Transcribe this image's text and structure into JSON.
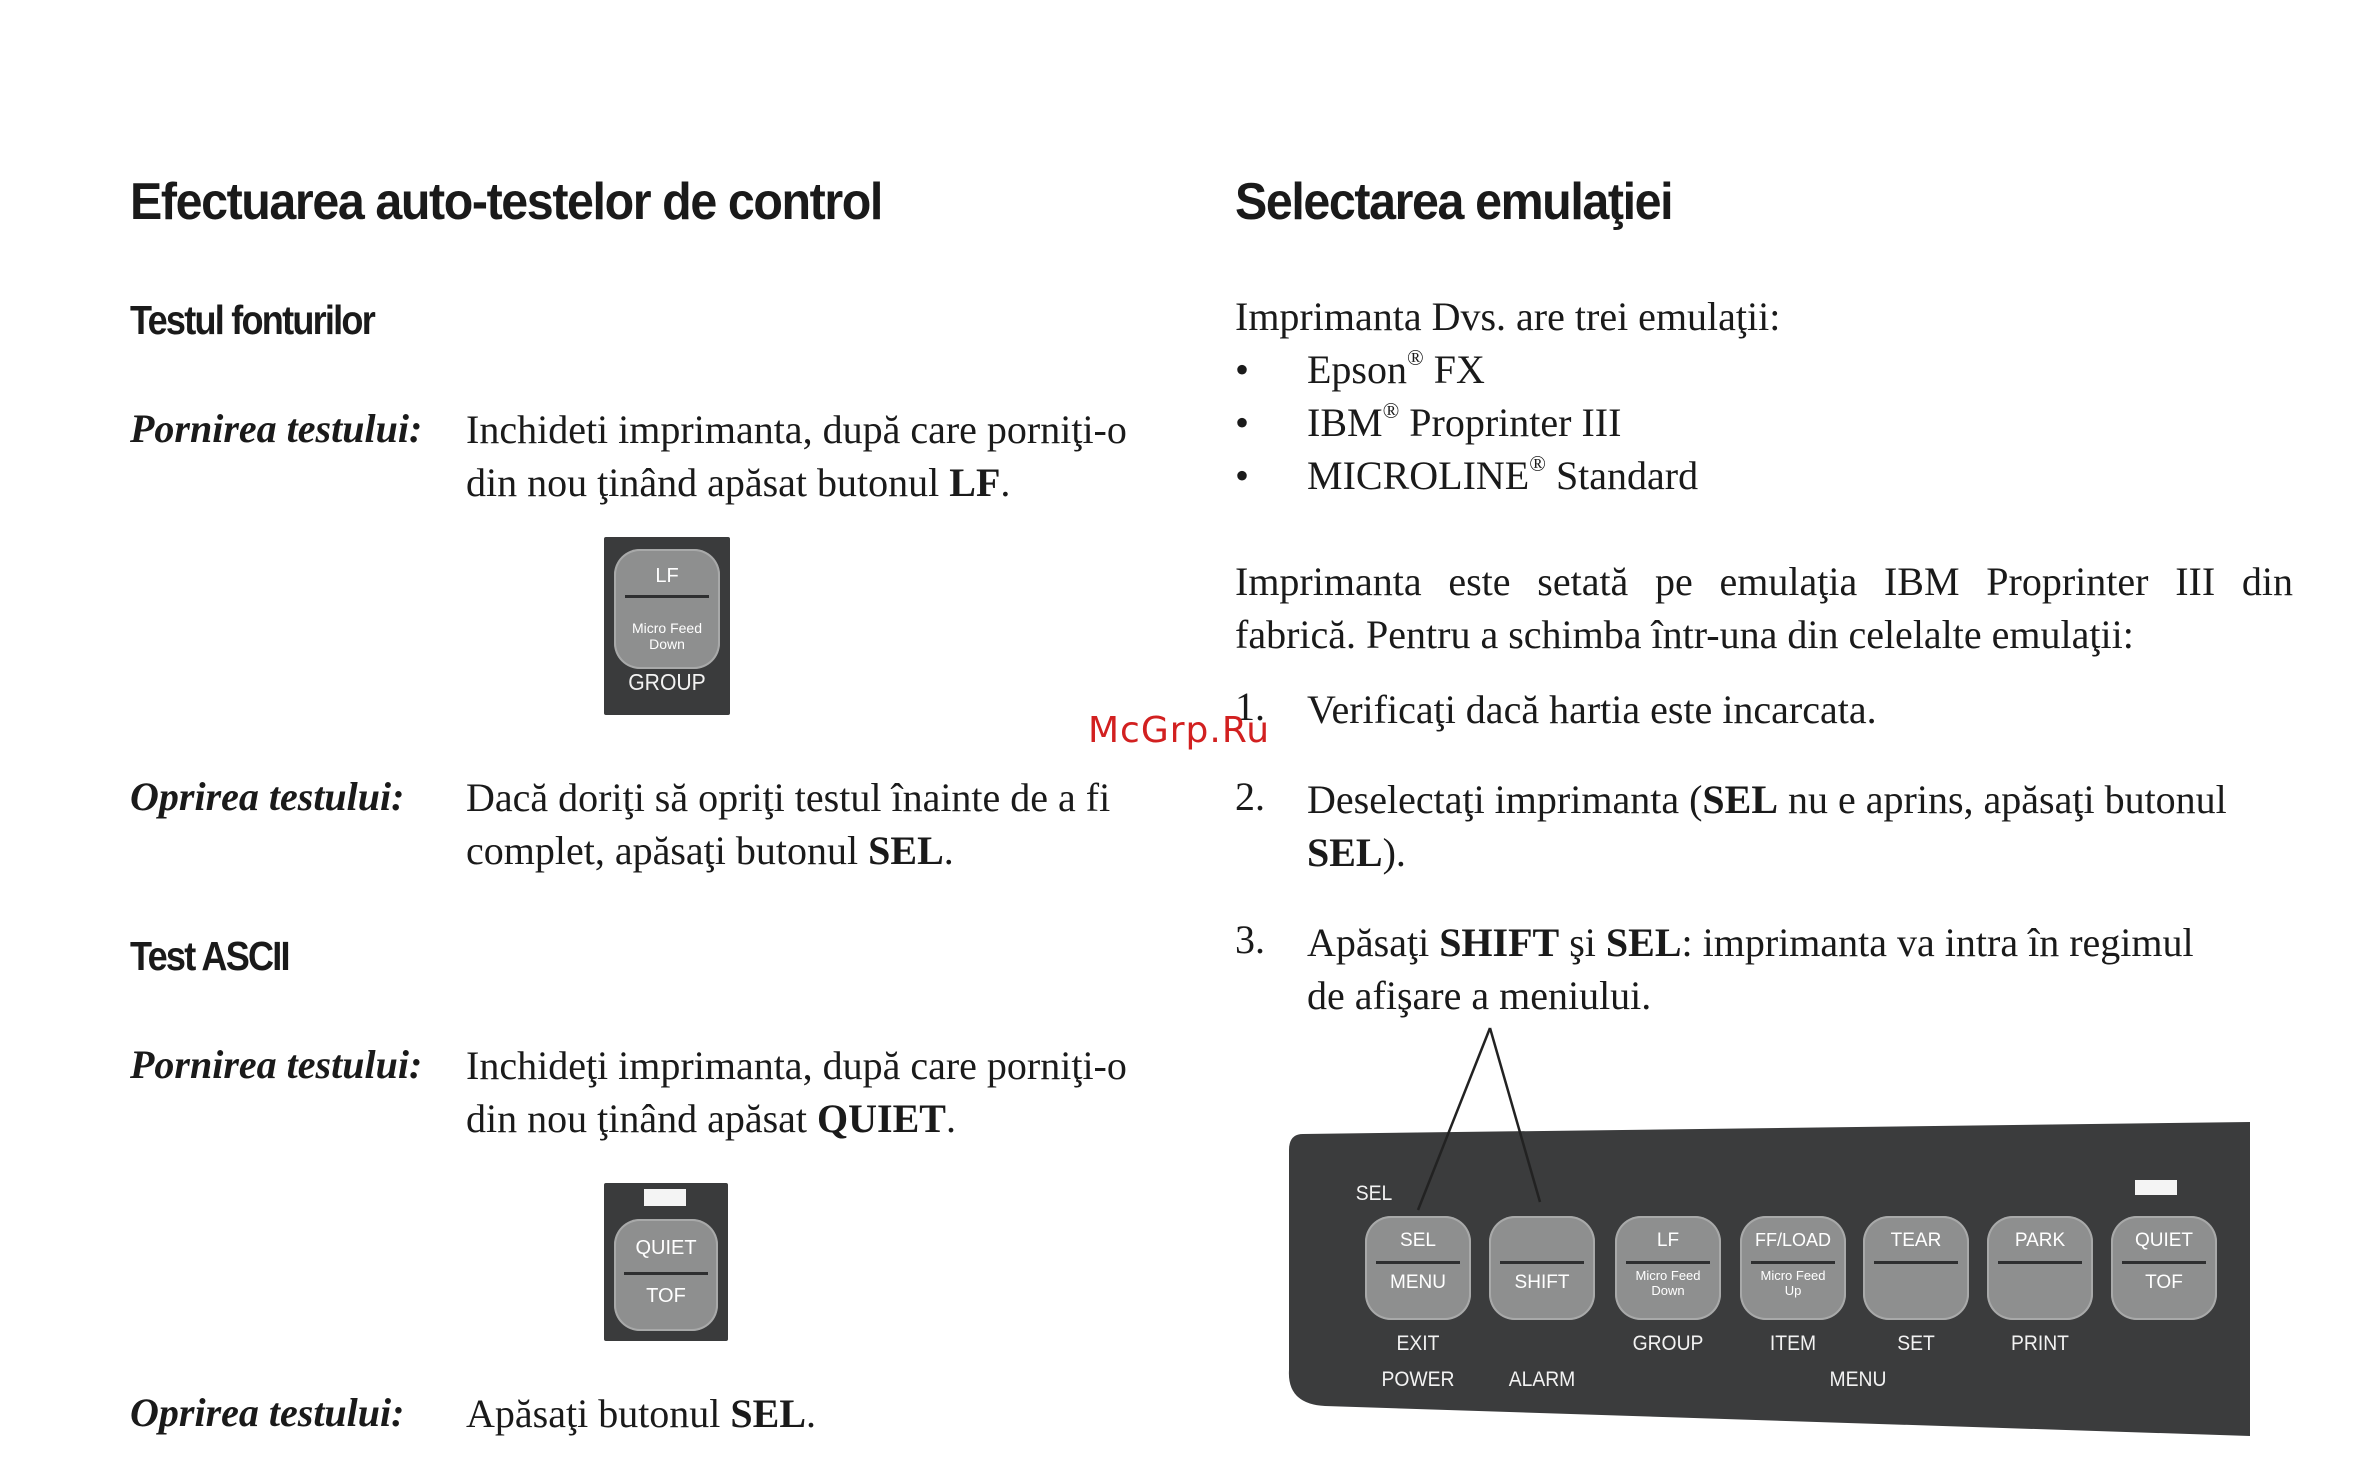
{
  "left": {
    "title": "Efectuarea auto-testelor de control",
    "font_test": {
      "heading": "Testul fonturilor",
      "start_label": "Pornirea testului:",
      "start_line1": "Inchideti imprimanta, după care porniţi-o",
      "start_line2_pre": "din nou ţinând apăsat butonul ",
      "start_line2_bold": "LF",
      "start_line2_post": ".",
      "key": {
        "top": "LF",
        "mid1": "Micro Feed",
        "mid2": "Down",
        "bottom": "GROUP"
      },
      "stop_label": "Oprirea testului:",
      "stop_line1": "Dacă doriţi să opriţi testul înainte de a fi",
      "stop_line2_pre": "complet, apăsaţi butonul ",
      "stop_line2_bold": "SEL",
      "stop_line2_post": "."
    },
    "ascii_test": {
      "heading": "Test ASCII",
      "start_label": "Pornirea testului:",
      "start_line1": "Inchideţi imprimanta, după care porniţi-o",
      "start_line2_pre": "din nou ţinând apăsat ",
      "start_line2_bold": "QUIET",
      "start_line2_post": ".",
      "key": {
        "top": "QUIET",
        "bottom": "TOF"
      },
      "stop_label": "Oprirea testului:",
      "stop_pre": "Apăsaţi butonul ",
      "stop_bold": "SEL",
      "stop_post": "."
    }
  },
  "right": {
    "title": "Selectarea emulaţiei",
    "intro": "Imprimanta Dvs. are trei emulaţii:",
    "bullets": [
      {
        "name": "Epson",
        "mark": "®",
        "rest": " FX"
      },
      {
        "name": "IBM",
        "mark": "®",
        "rest": " Proprinter III"
      },
      {
        "name": "MICROLINE",
        "mark": "®",
        "rest": " Standard"
      }
    ],
    "para_line1": "Imprimanta este setată pe emulaţia IBM Proprinter III din",
    "para_line2": "fabrică. Pentru a schimba într-una din celelalte emulaţii:",
    "steps": [
      {
        "num": "1.",
        "line1": "Verificaţi dacă hartia este incarcata."
      },
      {
        "num": "2.",
        "line1_pre": "Deselectaţi imprimanta (",
        "line1_bold": "SEL",
        "line1_post": " nu e aprins, apăsaţi butonul",
        "line2_bold": "SEL",
        "line2_post": ")."
      },
      {
        "num": "3.",
        "line1_pre": "Apăsaţi ",
        "line1_bold1": "SHIFT",
        "line1_mid": " şi ",
        "line1_bold2": "SEL",
        "line1_post": ": imprimanta va intra în regimul",
        "line2": "de afişare a meniului."
      }
    ],
    "panel": {
      "sel_indicator": "SEL",
      "keys": [
        {
          "top": "SEL",
          "bottom": "MENU"
        },
        {
          "top": "",
          "bottom": "SHIFT"
        },
        {
          "top": "LF",
          "mid1": "Micro Feed",
          "mid2": "Down"
        },
        {
          "top": "FF/LOAD",
          "mid1": "Micro Feed",
          "mid2": "Up"
        },
        {
          "top": "TEAR"
        },
        {
          "top": "PARK"
        },
        {
          "top": "QUIET",
          "bottom": "TOF"
        }
      ],
      "labels_row1": [
        "EXIT",
        "GROUP",
        "ITEM",
        "SET",
        "PRINT"
      ],
      "labels_row2": [
        "POWER",
        "ALARM",
        "MENU"
      ]
    }
  },
  "watermark": "McGrp.Ru"
}
